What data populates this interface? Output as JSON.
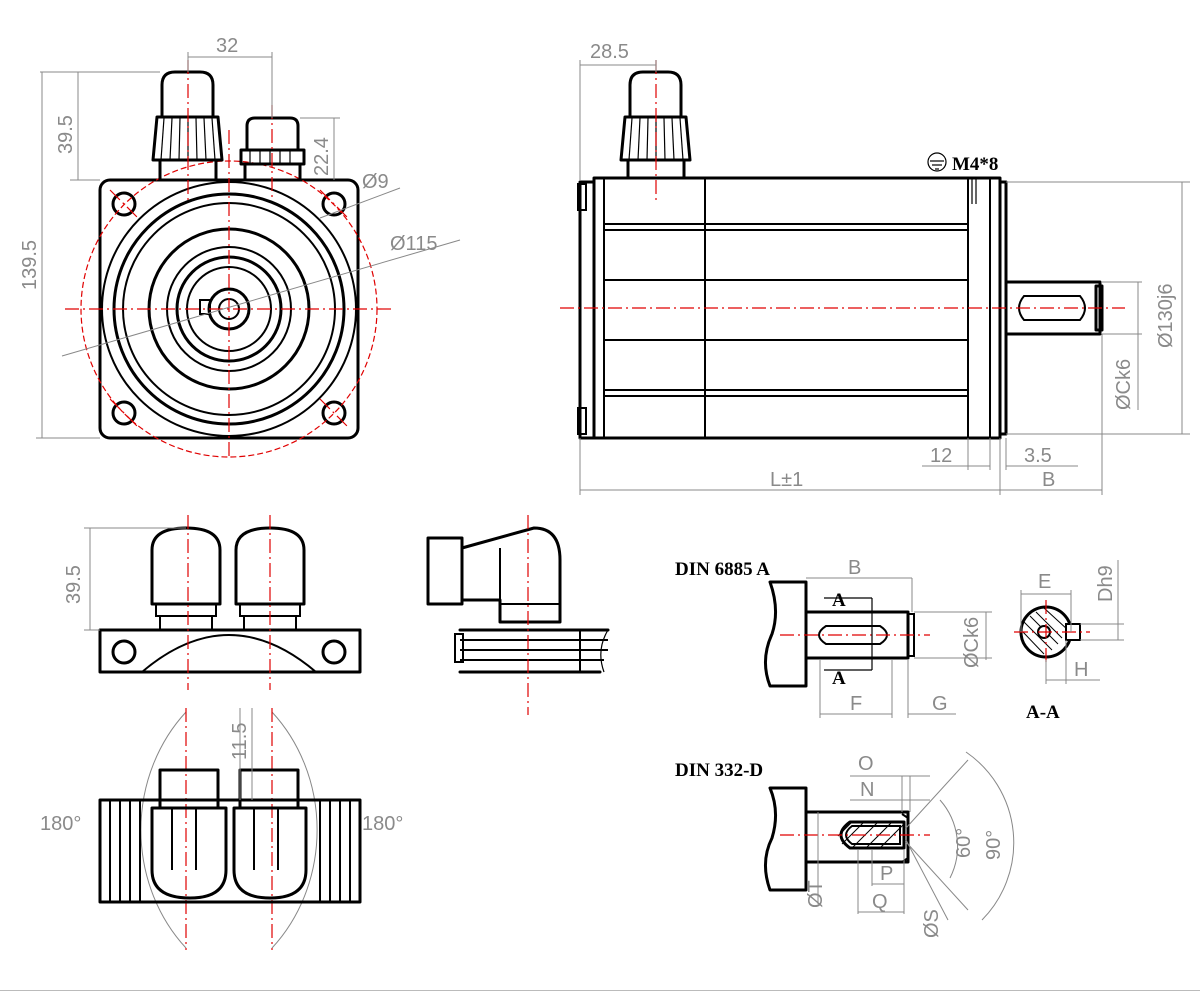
{
  "dimensions": {
    "d32": "32",
    "d39_5_top": "39.5",
    "d22_4": "22.4",
    "d139_5": "139.5",
    "d9": "Ø9",
    "d115": "Ø115",
    "d28_5": "28.5",
    "ground": "M4*8",
    "d130": "Ø130j6",
    "dCk6_side": "ØCk6",
    "d12": "12",
    "d3_5": "3.5",
    "dL": "L±1",
    "dB_side": "B",
    "d39_5_conn": "39.5",
    "d11_5": "11.5",
    "deg_left": "180°",
    "deg_right": "180°"
  },
  "shaft_a": {
    "title": "DIN 6885 A",
    "B": "B",
    "A_top": "A",
    "A_bottom": "A",
    "Ck6": "ØCk6",
    "F": "F",
    "G": "G",
    "E": "E",
    "Dh9": "Dh9",
    "H": "H",
    "section": "A-A"
  },
  "shaft_d": {
    "title": "DIN 332-D",
    "O": "O",
    "N": "N",
    "P": "P",
    "Q": "Q",
    "T": "ØT",
    "S": "ØS",
    "deg60": "60°",
    "deg90": "90°"
  }
}
